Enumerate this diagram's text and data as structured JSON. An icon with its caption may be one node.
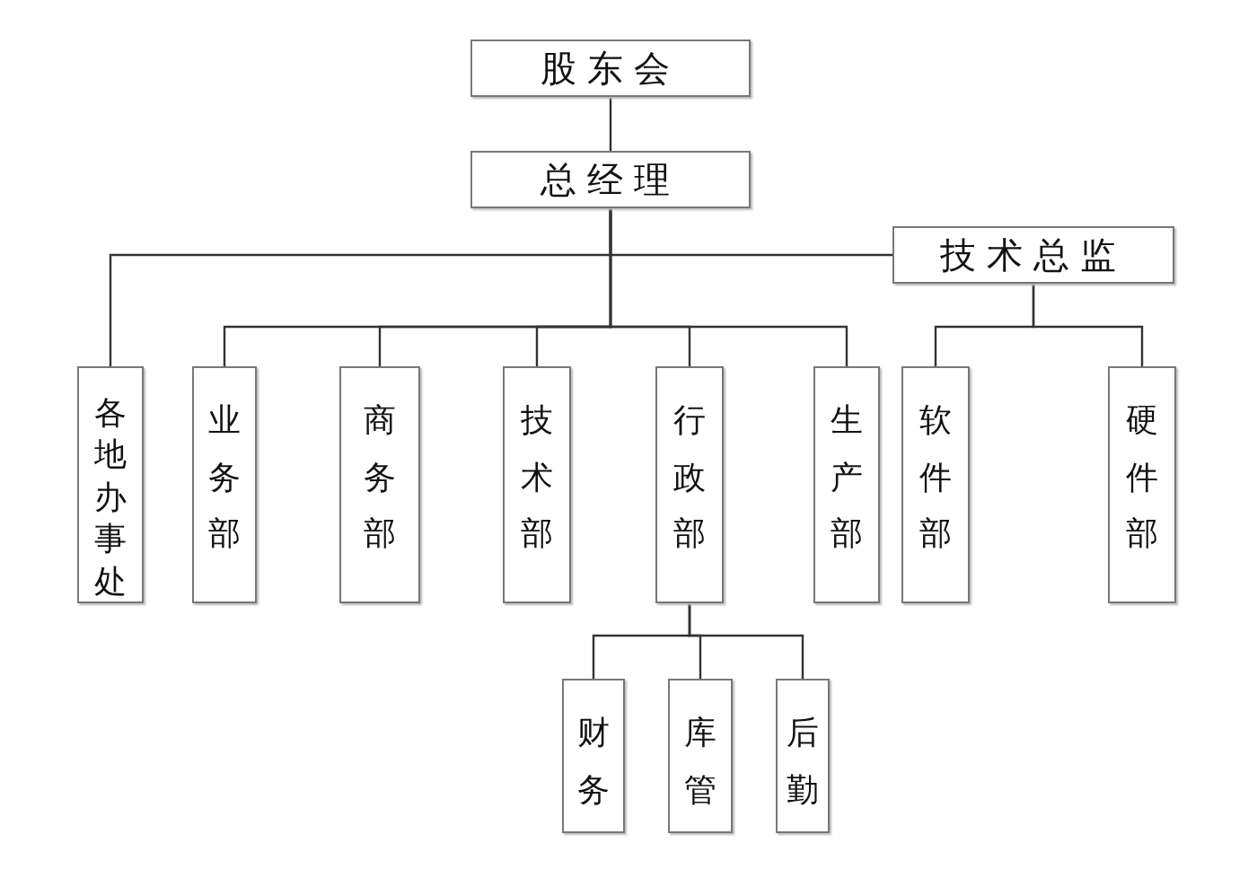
{
  "diagram": {
    "nodes": [
      {
        "text": [
          "股东会"
        ]
      },
      {
        "text": [
          "总经理"
        ]
      },
      {
        "text": [
          "技术总监"
        ]
      },
      {
        "text": [
          "各地办事处"
        ]
      },
      {
        "text": [
          "业务部"
        ]
      },
      {
        "text": [
          "商务部"
        ]
      },
      {
        "text": [
          "技术部"
        ]
      },
      {
        "text": [
          "行政部"
        ]
      },
      {
        "text": [
          "生产部"
        ]
      },
      {
        "text": [
          "软件部"
        ]
      },
      {
        "text": [
          "硬件部"
        ]
      },
      {
        "text": [
          "财务"
        ]
      },
      {
        "text": [
          "库管"
        ]
      },
      {
        "text": [
          "后勤"
        ]
      }
    ],
    "edges": [
      {
        "from": 0,
        "to": 1,
        "arrow": "none"
      },
      {
        "from": 1,
        "to": 2,
        "arrow": "none"
      },
      {
        "from": 1,
        "to": 3,
        "arrow": "none"
      },
      {
        "from": 1,
        "to": 4,
        "arrow": "none"
      },
      {
        "from": 1,
        "to": 5,
        "arrow": "none"
      },
      {
        "from": 1,
        "to": 6,
        "arrow": "none"
      },
      {
        "from": 1,
        "to": 7,
        "arrow": "none"
      },
      {
        "from": 1,
        "to": 8,
        "arrow": "none"
      },
      {
        "from": 2,
        "to": 9,
        "arrow": "none"
      },
      {
        "from": 2,
        "to": 10,
        "arrow": "none"
      },
      {
        "from": 7,
        "to": 11,
        "arrow": "none"
      },
      {
        "from": 7,
        "to": 12,
        "arrow": "none"
      },
      {
        "from": 7,
        "to": 13,
        "arrow": "none"
      }
    ]
  }
}
